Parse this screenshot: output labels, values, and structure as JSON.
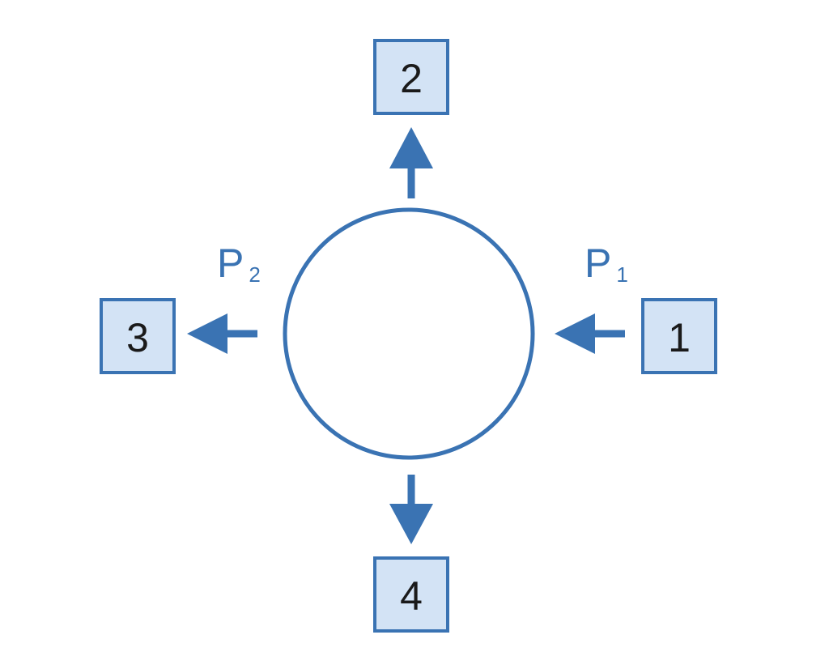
{
  "ports": [
    {
      "id": "1",
      "label": "1"
    },
    {
      "id": "2",
      "label": "2"
    },
    {
      "id": "3",
      "label": "3"
    },
    {
      "id": "4",
      "label": "4"
    }
  ],
  "labels": {
    "p1": {
      "letter": "P",
      "sub": "1"
    },
    "p2": {
      "letter": "P",
      "sub": "2"
    }
  },
  "colors": {
    "stroke": "#3a73b3",
    "box_fill": "#d3e3f5",
    "text": "#1a1a1a"
  }
}
